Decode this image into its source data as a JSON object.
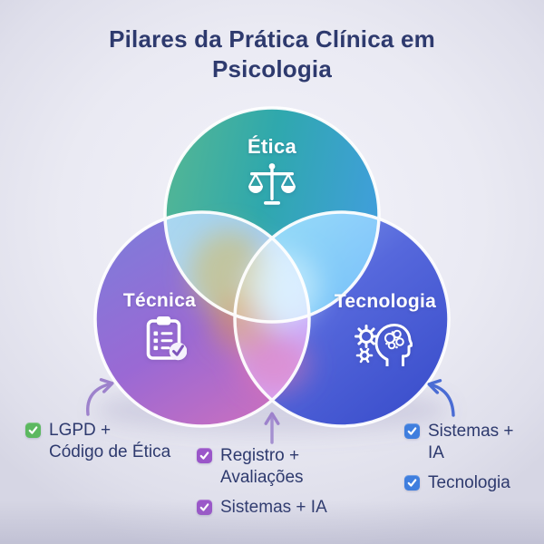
{
  "title": {
    "line1": "Pilares da Prática Clínica em",
    "line2": "Psicologia"
  },
  "venn": {
    "circles": [
      {
        "id": "ethics",
        "label": "Ética",
        "icon": "balance-scale-icon",
        "gradient": [
          "#55b793",
          "#2fa8ad",
          "#3f9fd8"
        ]
      },
      {
        "id": "technique",
        "label": "Técnica",
        "icon": "clipboard-check-icon",
        "gradient": [
          "#7e7cda",
          "#9a69d4",
          "#c86fc0"
        ]
      },
      {
        "id": "technology",
        "label": "Tecnologia",
        "icon": "head-gears-icon",
        "gradient": [
          "#829cea",
          "#5668dc",
          "#3b4fcc"
        ]
      }
    ],
    "outline_color": "#ffffff"
  },
  "annotations": {
    "left": {
      "checkbox_color": "#5cb860",
      "arrow_color": "#9d82cc",
      "points_to": "technique",
      "items": [
        {
          "lines": [
            "LGPD +",
            "Código de Ética"
          ]
        }
      ]
    },
    "center": {
      "checkbox_color": "#9a56c9",
      "arrow_color": "#9d82cc",
      "points_to": "technique-technology-overlap",
      "items": [
        {
          "lines": [
            "Registro +",
            "Avaliações"
          ]
        },
        {
          "lines": [
            "Sistemas + IA"
          ]
        }
      ]
    },
    "right": {
      "checkbox_color": "#3f7ede",
      "arrow_color": "#4a6cd4",
      "points_to": "technology",
      "items": [
        {
          "lines": [
            "Sistemas +",
            "IA"
          ]
        },
        {
          "lines": [
            "Tecnologia"
          ]
        }
      ]
    }
  },
  "colors": {
    "background": "#eaeaf3",
    "title_text": "#2e3a6e",
    "annotation_text": "#2e3a6e",
    "circle_label_text": "#ffffff"
  }
}
